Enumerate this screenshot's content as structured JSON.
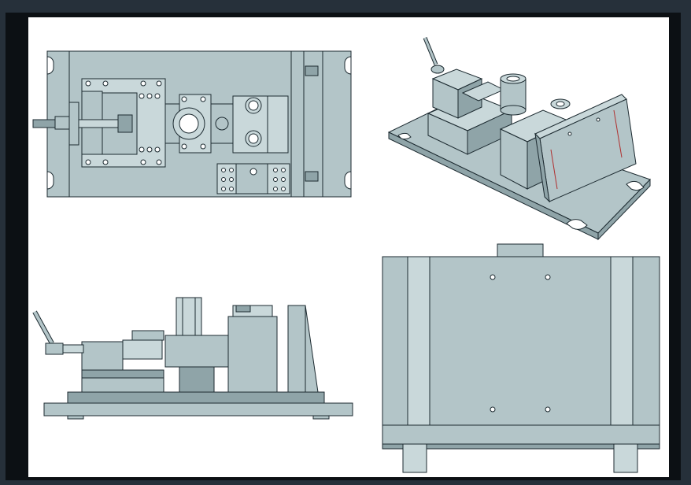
{
  "drawing": {
    "views": [
      "top-view",
      "isometric-view",
      "front-view",
      "side-view"
    ],
    "colors": {
      "frame": "#0c1014",
      "background": "#26303a",
      "paper": "#ffffff",
      "part_fill": "#b3c5c8",
      "part_dark": "#8fa4a8",
      "part_light": "#c9d8da",
      "outline": "#1c2a30"
    }
  }
}
